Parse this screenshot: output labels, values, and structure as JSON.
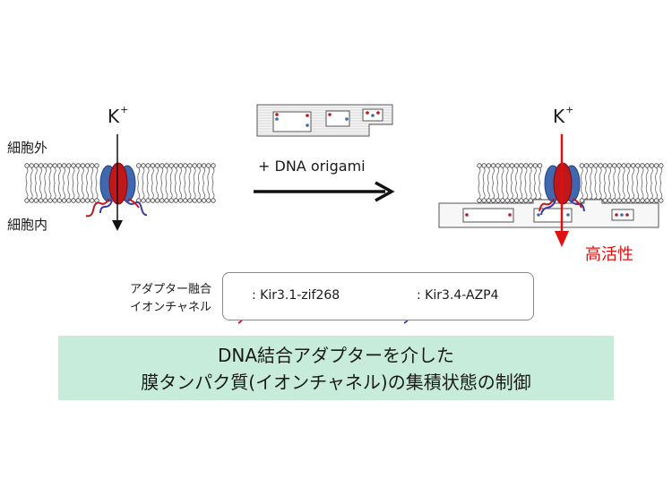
{
  "left_panel": {
    "ion": "K",
    "ion_charge": "+",
    "outside_label": "細胞外",
    "inside_label": "細胞内"
  },
  "center": {
    "reagent_label": "+ DNA origami"
  },
  "right_panel": {
    "ion": "K",
    "ion_charge": "+",
    "result_label": "高活性"
  },
  "legend": {
    "title_line1": "アダプター融合",
    "title_line2": "イオンチャネル",
    "item_red": ": Kir3.1-zif268",
    "item_blue": ": Kir3.4-AZP4"
  },
  "caption": {
    "line1": "DNA結合アダプターを介した",
    "line2": "膜タンパク質(イオンチャネル)の集積状態の制御"
  },
  "colors": {
    "red_subunit": "#c0171b",
    "blue_subunit": "#3f68b0",
    "arrow_red": "#e01010",
    "caption_bg": "#c8ecdc"
  }
}
